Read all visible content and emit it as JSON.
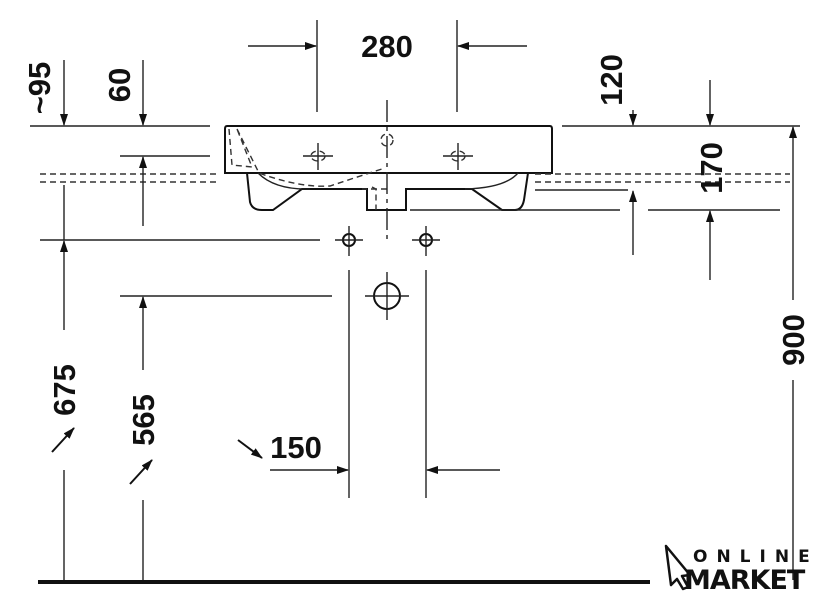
{
  "dimensions": {
    "width_between_taps": "280",
    "overflow_depth": "~95",
    "rim_offset": "60",
    "rim_height": "120",
    "basin_depth": "170",
    "total_height": "900",
    "tap_height": "675",
    "waste_height": "565",
    "waste_spacing": "150"
  },
  "logo": {
    "top": "ONLINE",
    "bottom": "MARKET"
  }
}
